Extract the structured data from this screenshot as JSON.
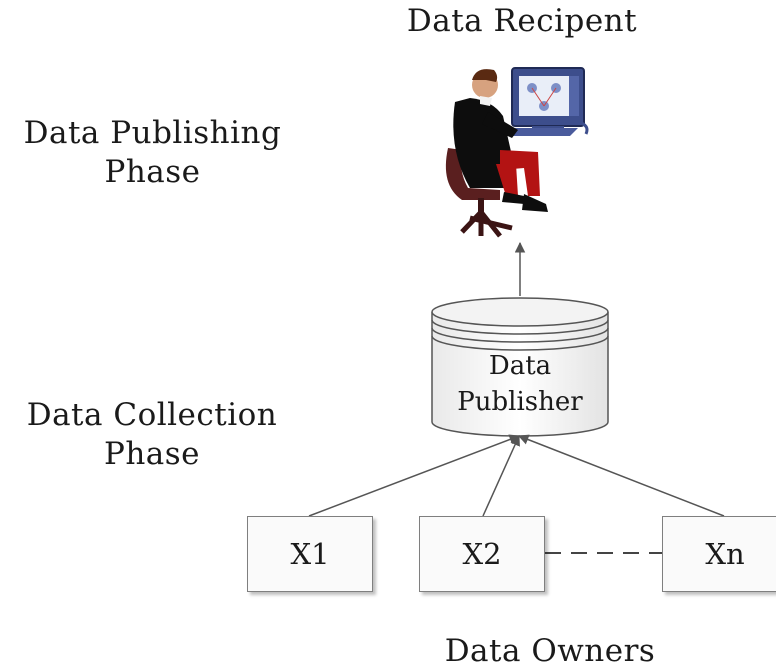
{
  "recipient": {
    "title": "Data Recipent"
  },
  "phases": {
    "publishing": {
      "line1": "Data Publishing",
      "line2": "Phase"
    },
    "collection": {
      "line1": "Data Collection",
      "line2": "Phase"
    }
  },
  "publisher": {
    "line1": "Data",
    "line2": "Publisher"
  },
  "owners": {
    "title": "Data Owners",
    "boxes": [
      "X1",
      "X2",
      "Xn"
    ]
  },
  "icons": {
    "recipient": "person-at-computer-icon",
    "publisher": "database-cylinder-icon"
  }
}
